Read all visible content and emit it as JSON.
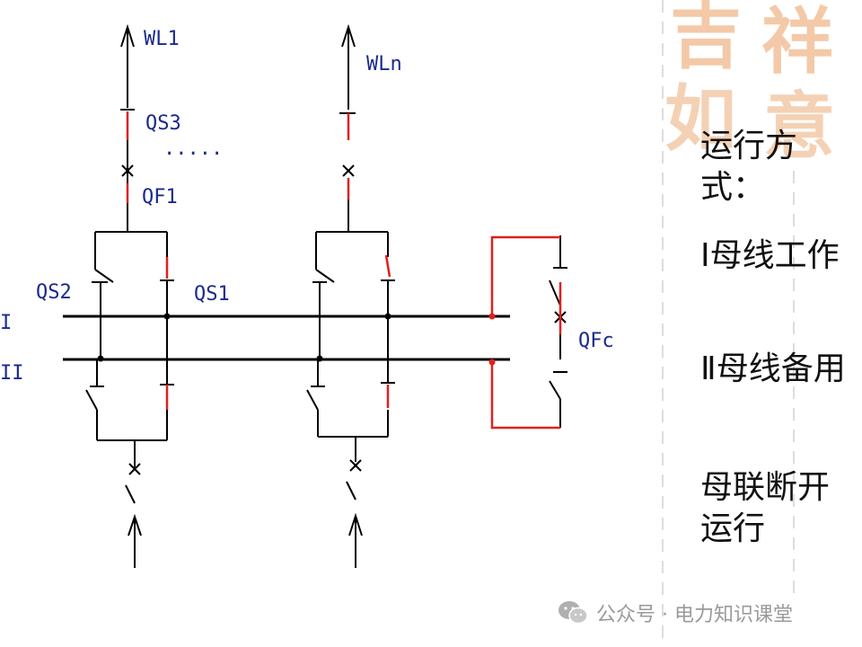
{
  "diagram": {
    "labels": {
      "wl1": "WL1",
      "wln": "WLn",
      "qs3": "QS3",
      "dots": ".....",
      "qf1": "QF1",
      "qs2": "QS2",
      "qs1": "QS1",
      "bus1": "I",
      "bus2": "II",
      "qfc": "QFc"
    },
    "colors": {
      "line": "#000000",
      "closed": "#e02020",
      "label": "#1a2a8c"
    }
  },
  "sidebar": {
    "line1": "运行方式：",
    "line2": "Ⅰ母线工作",
    "line3": "Ⅱ母线备用",
    "line4": "母联断开运行"
  },
  "decoration": {
    "seal_chars": [
      "吉",
      "祥",
      "如",
      "意"
    ]
  },
  "watermark": {
    "icon": "wechat-icon",
    "text": "公众号 · 电力知识课堂"
  }
}
